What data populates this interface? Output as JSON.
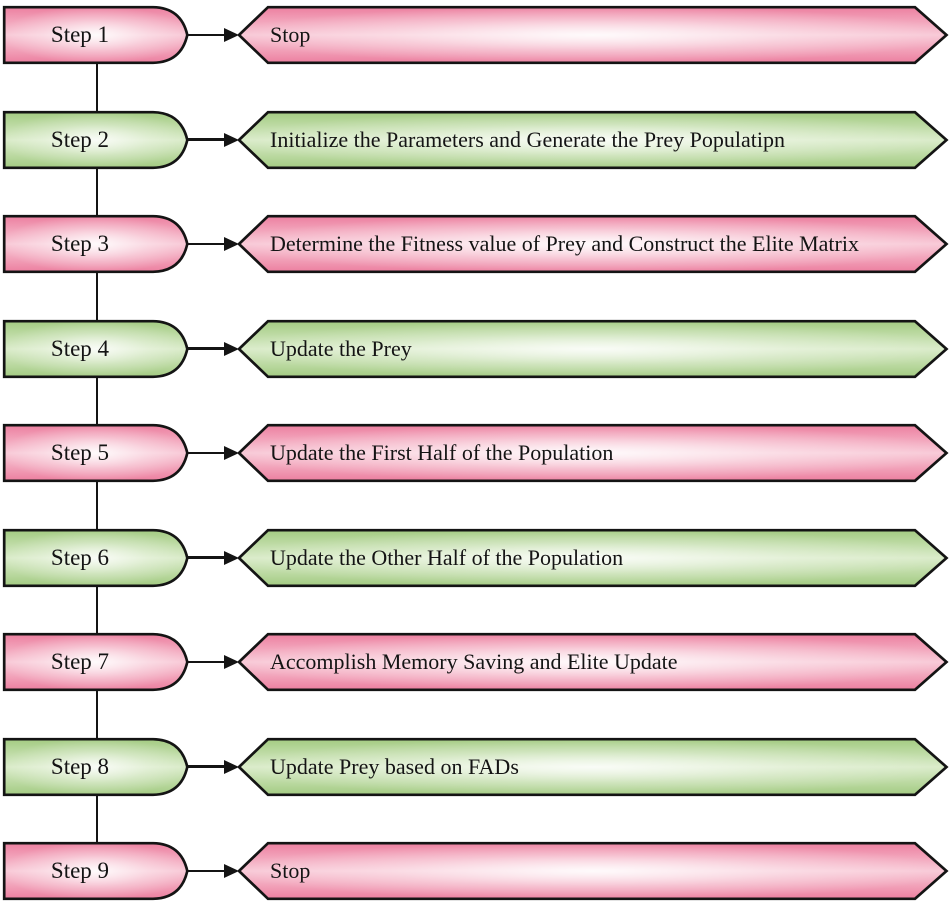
{
  "diagram": {
    "type": "flowchart",
    "theme": {
      "pink_edge": "#ec7f9f",
      "pink_mid": "#f8c8d6",
      "green_edge": "#a3cb82",
      "green_mid": "#d9ebc8",
      "outline": "#141414",
      "background": "#ffffff",
      "text": "#141414"
    },
    "steps": [
      {
        "step": "Step 1",
        "description": "Stop",
        "color": "pink"
      },
      {
        "step": "Step 2",
        "description": "Initialize the Parameters and Generate the Prey Populatipn",
        "color": "green"
      },
      {
        "step": "Step 3",
        "description": "Determine the Fitness value of Prey and Construct the Elite Matrix",
        "color": "pink"
      },
      {
        "step": "Step 4",
        "description": "Update the Prey",
        "color": "green"
      },
      {
        "step": "Step 5",
        "description": "Update the First Half of the Population",
        "color": "pink"
      },
      {
        "step": "Step 6",
        "description": "Update the Other Half of the Population",
        "color": "green"
      },
      {
        "step": "Step 7",
        "description": "Accomplish Memory Saving and Elite Update",
        "color": "pink"
      },
      {
        "step": "Step 8",
        "description": "Update Prey based on FADs",
        "color": "green"
      },
      {
        "step": "Step 9",
        "description": "Stop",
        "color": "pink"
      }
    ]
  }
}
